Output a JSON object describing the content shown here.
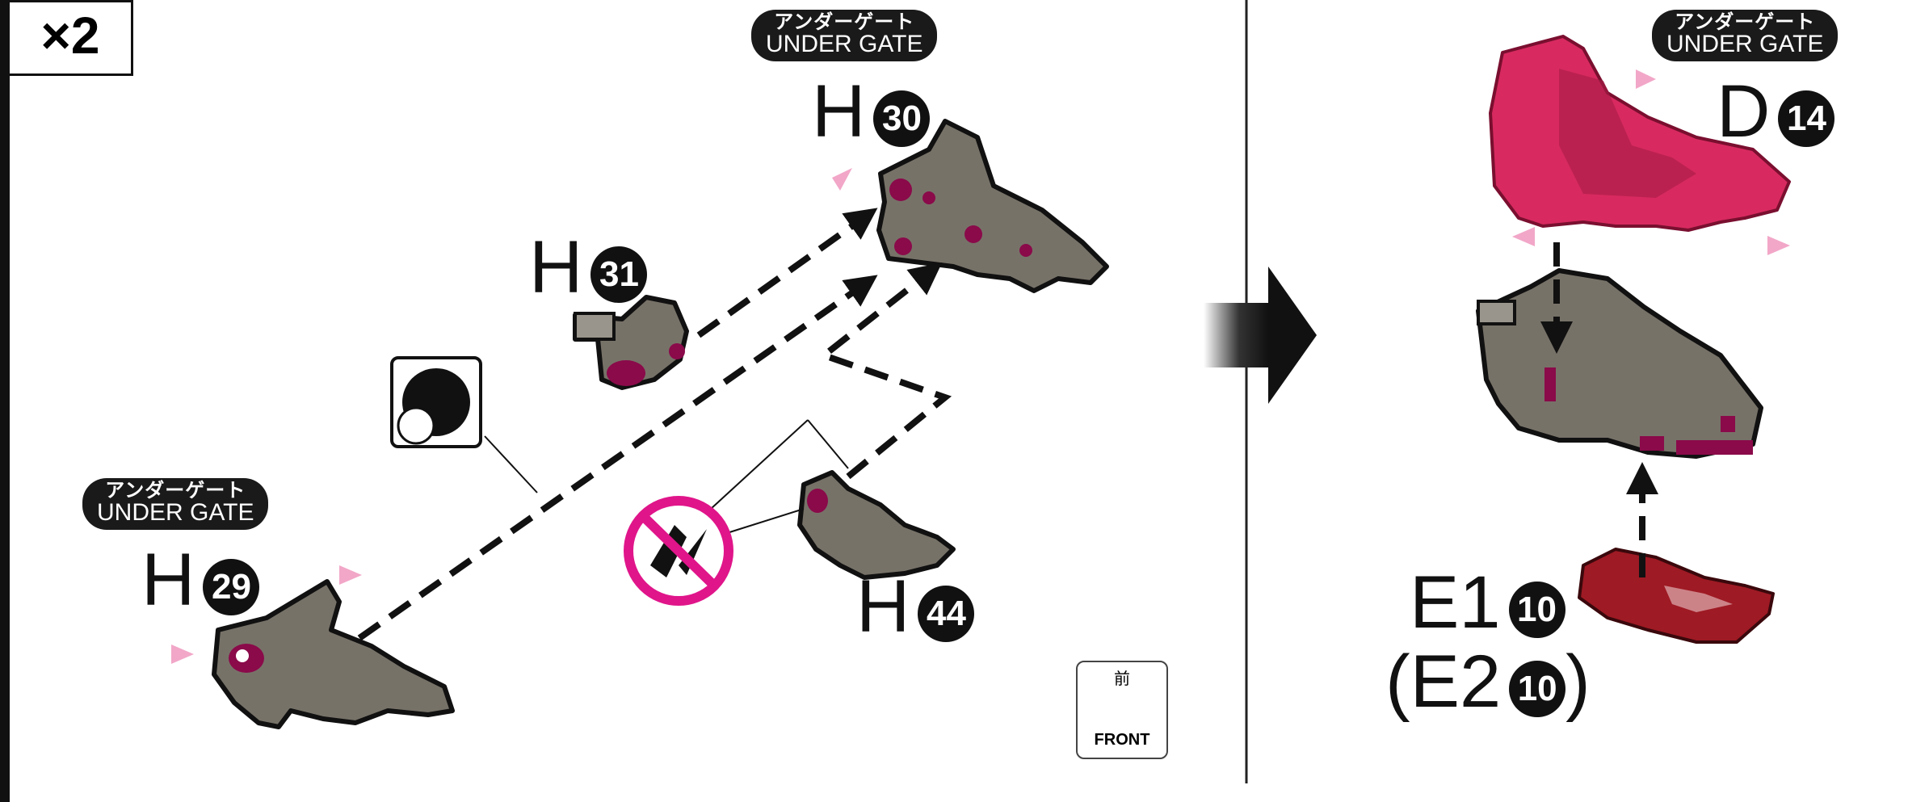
{
  "quantity_badge": "×2",
  "gate_label": {
    "jp": "アンダーゲート",
    "en": "UNDER GATE"
  },
  "parts": {
    "h30": {
      "letter": "H",
      "num": "30"
    },
    "h31": {
      "letter": "H",
      "num": "31"
    },
    "h29": {
      "letter": "H",
      "num": "29"
    },
    "h44": {
      "letter": "H",
      "num": "44"
    },
    "d14": {
      "letter": "D",
      "num": "14"
    },
    "e1": {
      "letter": "E1",
      "num": "10"
    },
    "e2": {
      "open": "(",
      "letter": "E2",
      "num": "10",
      "close": ")"
    }
  },
  "front_marker": {
    "kanji": "前",
    "text": "FRONT"
  },
  "colors": {
    "part_gray": "#777268",
    "part_dark": "#4f4b43",
    "accent_magenta": "#8a0a4a",
    "armor_pink": "#d82a60",
    "armor_red": "#9e1a24",
    "gate_pink": "#f2a7c8",
    "no_sign": "#e0158a"
  },
  "icons": [
    "no-cut-icon",
    "sticker-mark-icon",
    "next-step-arrow-icon",
    "front-direction-icon"
  ]
}
